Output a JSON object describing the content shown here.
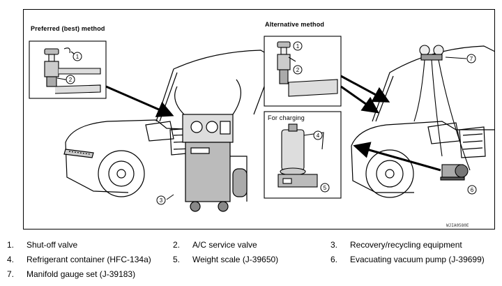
{
  "figure": {
    "left_caption": "Preferred (best) method",
    "right_caption": "Alternative method",
    "charging_caption": "For charging",
    "figure_code": "WJIA0580E",
    "callouts": [
      "1",
      "2",
      "3",
      "4",
      "5",
      "6",
      "7"
    ]
  },
  "legend": [
    {
      "num": "1.",
      "text": "Shut-off valve"
    },
    {
      "num": "2.",
      "text": "A/C service valve"
    },
    {
      "num": "3.",
      "text": "Recovery/recycling equipment"
    },
    {
      "num": "4.",
      "text": "Refrigerant container (HFC-134a)"
    },
    {
      "num": "5.",
      "text": "Weight scale (J-39650)"
    },
    {
      "num": "6.",
      "text": "Evacuating vacuum pump (J-39699)"
    },
    {
      "num": "7.",
      "text": "Manifold gauge set (J-39183)"
    }
  ]
}
